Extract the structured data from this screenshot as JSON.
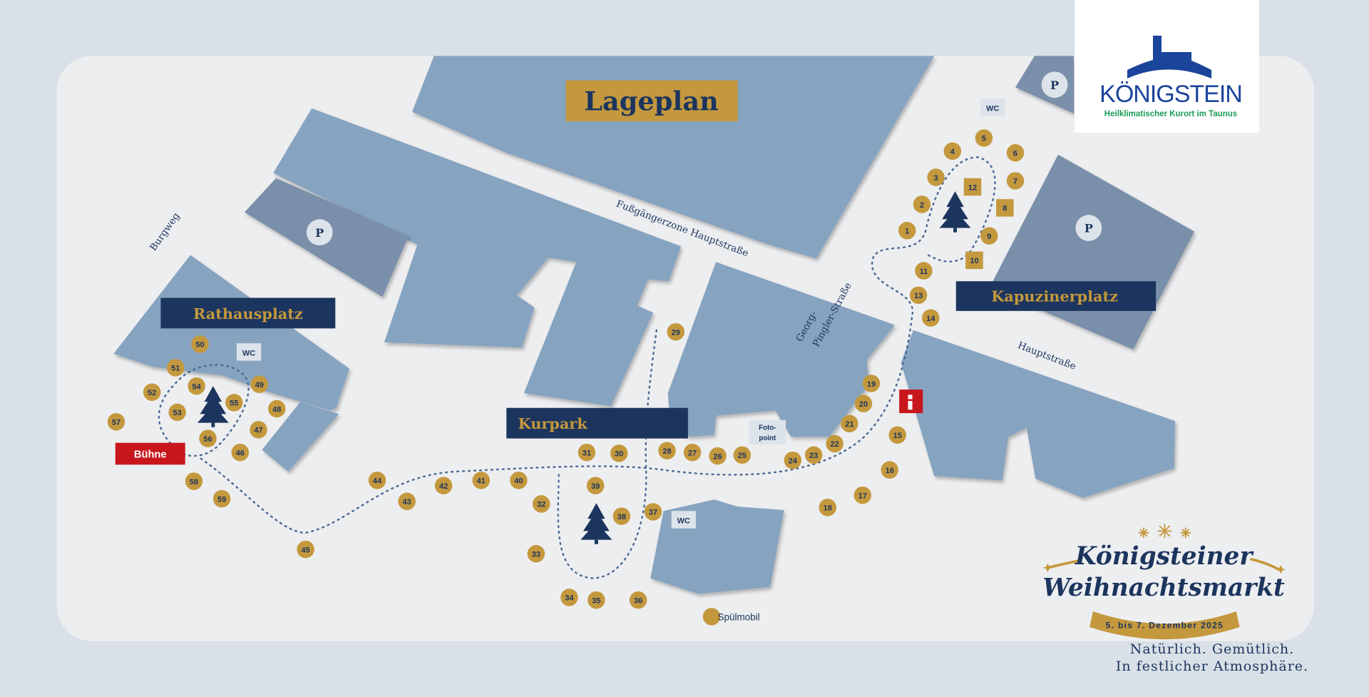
{
  "title": "Lageplan",
  "places": {
    "rathausplatz": "Rathausplatz",
    "kurpark": "Kurpark",
    "kapuzinerplatz": "Kapuzinerplatz",
    "buehne": "Bühne",
    "fotopoint_1": "Foto-",
    "fotopoint_2": "point",
    "spuelmobil": "Spülmobil"
  },
  "streets": {
    "burgweg": "Burgweg",
    "fussgaengerzone": "Fußgängerzone Hauptstraße",
    "georg_1": "Georg-",
    "georg_2": "Pingler-Straße",
    "hauptstrasse": "Hauptstraße"
  },
  "labels": {
    "wc": "WC",
    "parking": "P"
  },
  "stalls_round": [
    "1",
    "2",
    "3",
    "4",
    "5",
    "6",
    "7",
    "9",
    "11",
    "13",
    "14",
    "15",
    "16",
    "17",
    "18",
    "19",
    "20",
    "21",
    "22",
    "23",
    "24",
    "25",
    "26",
    "27",
    "28",
    "29",
    "30",
    "31",
    "32",
    "33",
    "34",
    "35",
    "36",
    "37",
    "38",
    "39",
    "40",
    "41",
    "42",
    "43",
    "44",
    "45",
    "46",
    "47",
    "48",
    "49",
    "50",
    "51",
    "52",
    "53",
    "54",
    "55",
    "56",
    "57",
    "58",
    "59"
  ],
  "stalls_square": [
    "8",
    "10",
    "12"
  ],
  "logo": {
    "city": "KÖNIGSTEIN",
    "subtitle": "Heilklimatischer Kurort im Taunus"
  },
  "event": {
    "line1": "Königsteiner",
    "line2": "Weihnachtsmarkt",
    "dates": "5. bis 7. Dezember 2025"
  },
  "tagline": {
    "line1": "Natürlich. Gemütlich.",
    "line2": "In festlicher Atmosphäre."
  },
  "colors": {
    "bg": "#d9e0e7",
    "panel": "#edeef0",
    "building": "#86a3c0",
    "parking_building": "#7a8fa9",
    "navy": "#1c355e",
    "gold": "#c4983d",
    "red": "#c8161d"
  }
}
